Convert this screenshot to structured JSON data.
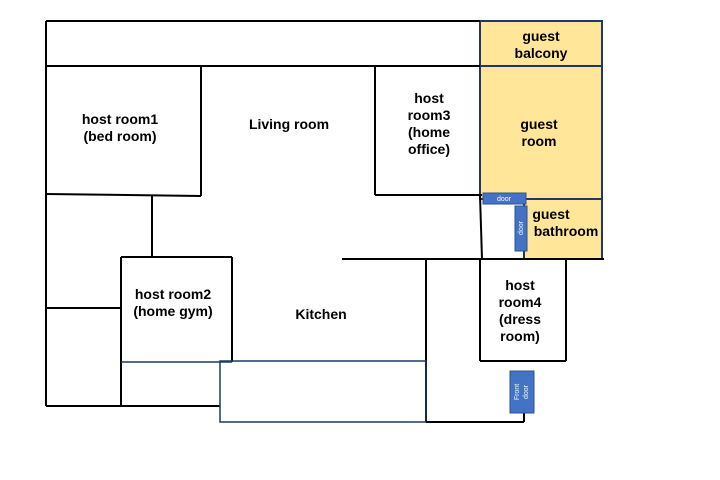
{
  "rooms": {
    "guest_balcony": [
      "guest",
      "balcony"
    ],
    "host_room1": [
      "host room1",
      "(bed room)"
    ],
    "living_room": [
      "Living room"
    ],
    "host_room3": [
      "host",
      "room3",
      "(home",
      "office)"
    ],
    "guest_room": [
      "guest",
      "room"
    ],
    "guest_bathroom": [
      "guest",
      "bathroom"
    ],
    "host_room2": [
      "host room2",
      "(home gym)"
    ],
    "kitchen": [
      "Kitchen"
    ],
    "host_room4": [
      "host",
      "room4",
      "(dress",
      "room)"
    ]
  },
  "doors": {
    "guest_room_door": "door",
    "guest_bathroom_door": "door",
    "front_door": [
      "Front",
      "door"
    ]
  },
  "colors": {
    "guest_fill": "#ffe699",
    "door_fill": "#4472c4",
    "wall": "#000000",
    "guest_outline": "#1f3864"
  }
}
